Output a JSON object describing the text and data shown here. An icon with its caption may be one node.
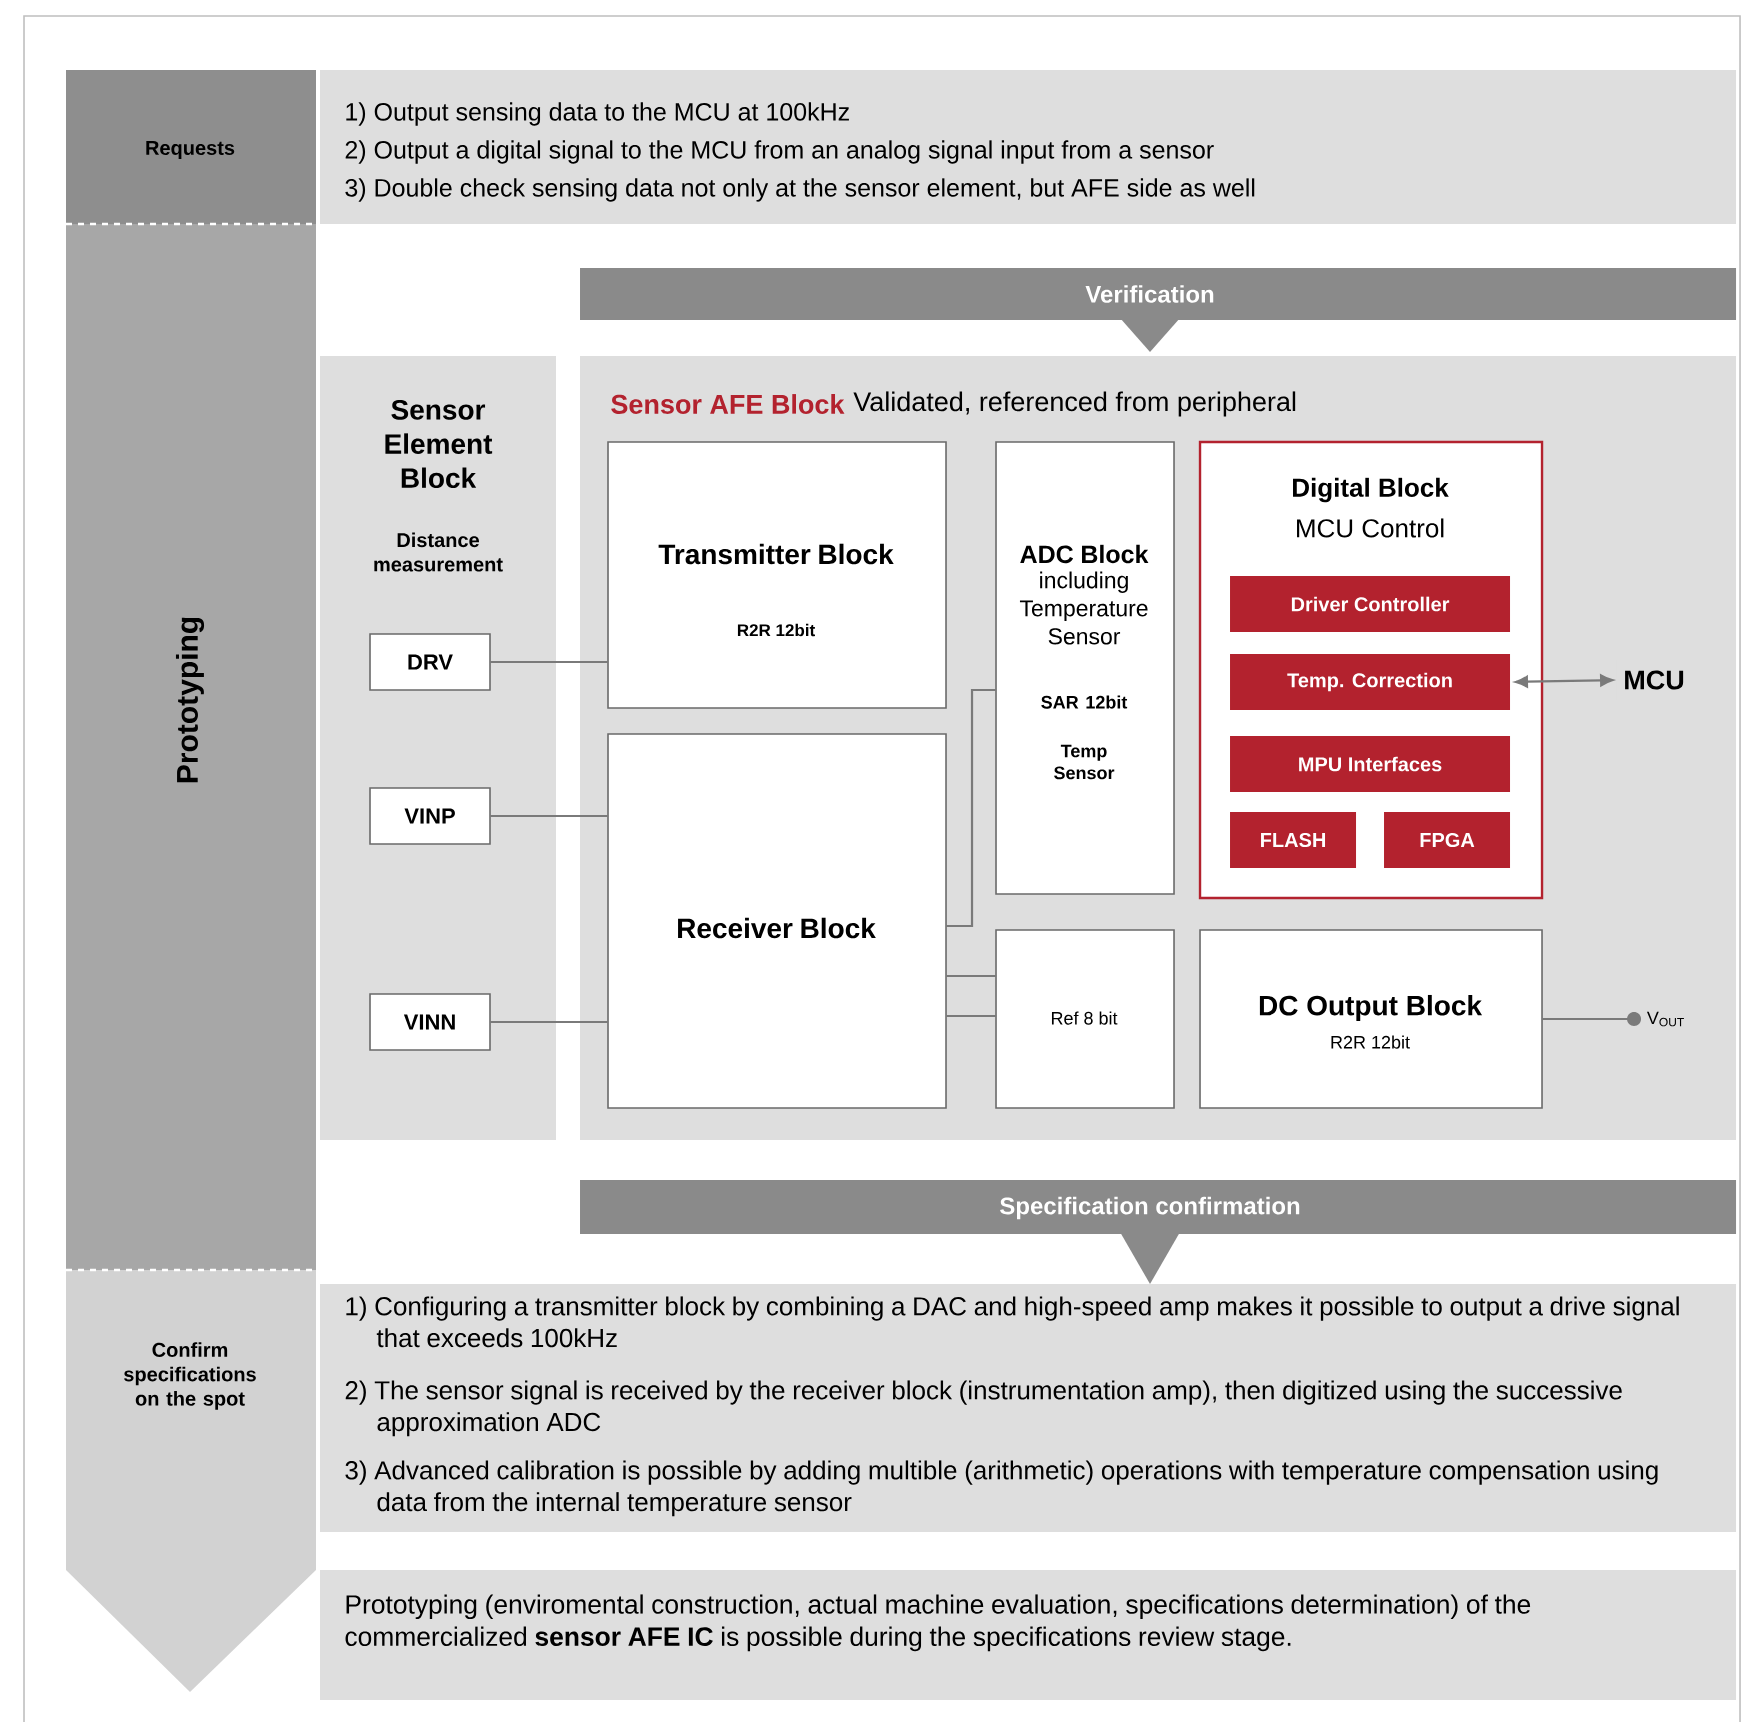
{
  "diagram": {
    "nodes": [
      {
        "text": [
          "Requests"
        ]
      },
      {
        "text": [
          "1) Output sensing data to the MCU at 100kHz",
          "2) Output a digital signal to the MCU from an analog signal input from a sensor",
          "3) Double check sensing data not only at the sensor element, but AFE side as well"
        ]
      },
      {
        "text": [
          "Prototyping"
        ]
      },
      {
        "text": [
          "Verification"
        ]
      },
      {
        "text": [
          "Sensor Element Block",
          "Distance measurement"
        ]
      },
      {
        "text": [
          "DRV"
        ],
        "in": 4
      },
      {
        "text": [
          "VINP"
        ],
        "in": 4
      },
      {
        "text": [
          "VINN"
        ],
        "in": 4
      },
      {
        "text": [
          "Sensor AFE Block",
          "Validated, referenced from peripheral"
        ]
      },
      {
        "text": [
          "Transmitter Block",
          "R2R 12bit"
        ],
        "in": 8
      },
      {
        "text": [
          "Receiver Block"
        ],
        "in": 8
      },
      {
        "text": [
          "ADC Block",
          "including Temperature Sensor",
          "SAR 12bit",
          "Temp Sensor"
        ],
        "in": 8
      },
      {
        "text": [
          "Digital Block",
          "MCU Control"
        ],
        "in": 8
      },
      {
        "text": [
          "Driver Controller"
        ],
        "in": 12
      },
      {
        "text": [
          "Temp. Correction"
        ],
        "in": 12
      },
      {
        "text": [
          "MPU Interfaces"
        ],
        "in": 12
      },
      {
        "text": [
          "FLASH"
        ],
        "in": 12
      },
      {
        "text": [
          "FPGA"
        ],
        "in": 12
      },
      {
        "text": [
          "Ref 8 bit"
        ],
        "in": 8
      },
      {
        "text": [
          "DC Output Block",
          "R2R 12bit"
        ],
        "in": 8
      },
      {
        "text": [
          "MCU"
        ],
        "in": 8
      },
      {
        "text": [
          "V$_{OUT}$"
        ],
        "in": 8
      },
      {
        "text": [
          "Specification confirmation"
        ]
      },
      {
        "text": [
          "Confirm specifications on the spot"
        ]
      },
      {
        "text": [
          "1) Configuring a transmitter block by combining a DAC and high-speed amp makes it possible to output a drive signal that exceeds 100kHz",
          "2) The sensor signal is received by the receiver block (instrumentation amp), then digitized using the successive approximation ADC",
          "3) Advanced calibration is possible by adding multible (arithmetic) operations with temperature compensation using data from the internal temperature sensor"
        ]
      },
      {
        "text": [
          "Prototyping (enviromental construction, actual machine evaluation, specifications determination) of the commercialized **sensor AFE IC** is possible during the specifications review stage."
        ]
      }
    ],
    "edges": [
      {
        "from": 5,
        "to": 9,
        "arrow": "none"
      },
      {
        "from": 6,
        "to": 10,
        "arrow": "none"
      },
      {
        "from": 7,
        "to": 10,
        "arrow": "none"
      },
      {
        "from": 10,
        "to": 11,
        "arrow": "none"
      },
      {
        "from": 10,
        "to": 18,
        "arrow": "none"
      },
      {
        "from": 10,
        "to": 18,
        "arrow": "none"
      },
      {
        "from": 14,
        "to": 20,
        "arrow": "both"
      },
      {
        "from": 19,
        "to": 21,
        "arrow": "other"
      }
    ]
  }
}
